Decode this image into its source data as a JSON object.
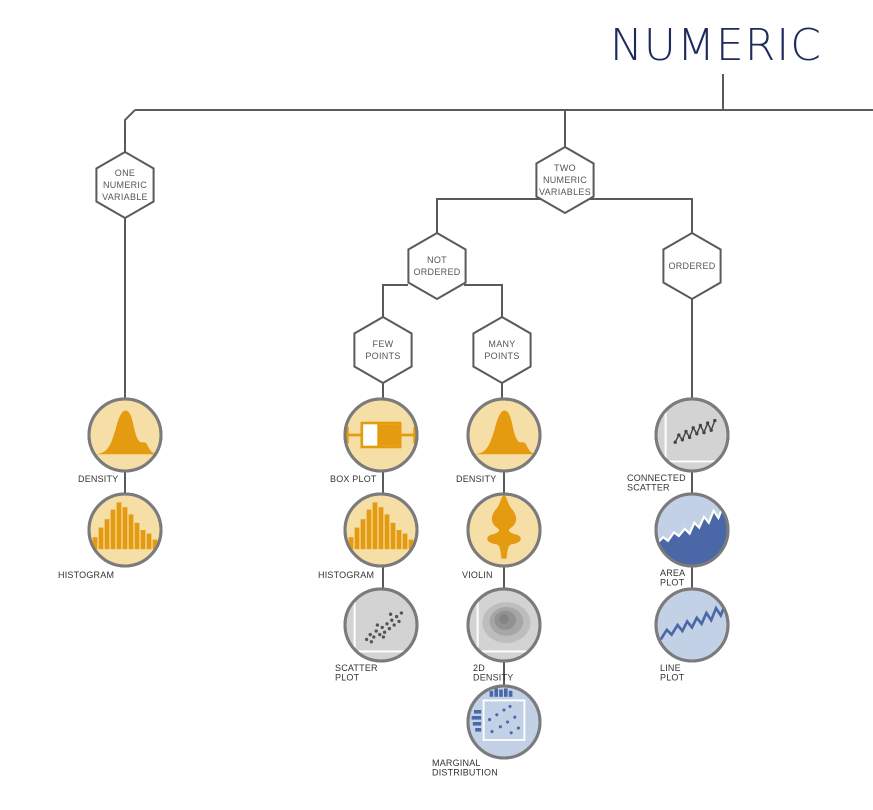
{
  "title": "NUMERIC",
  "colors": {
    "title": "#1f2a5c",
    "line": "#5a5a5a",
    "orange_fill": "#f6dfa6",
    "orange_mark": "#e49b0f",
    "grey_fill": "#d3d3d3",
    "blue_fill": "#c3d1e6",
    "blue_mark": "#4a67a8"
  },
  "nodes": {
    "one_numeric": [
      "ONE",
      "NUMERIC",
      "VARIABLE"
    ],
    "two_numeric": [
      "TWO",
      "NUMERIC",
      "VARIABLES"
    ],
    "not_ordered": [
      "NOT",
      "ORDERED"
    ],
    "ordered": [
      "ORDERED"
    ],
    "few_points": [
      "FEW",
      "POINTS"
    ],
    "many_points": [
      "MANY",
      "POINTS"
    ]
  },
  "leaves": {
    "one_density": {
      "label": [
        "DENSITY"
      ],
      "icon": "density-icon",
      "theme": "orange"
    },
    "one_histogram": {
      "label": [
        "HISTOGRAM"
      ],
      "icon": "histogram-icon",
      "theme": "orange"
    },
    "few_boxplot": {
      "label": [
        "BOX PLOT"
      ],
      "icon": "boxplot-icon",
      "theme": "orange"
    },
    "few_histogram": {
      "label": [
        "HISTOGRAM"
      ],
      "icon": "histogram-icon",
      "theme": "orange"
    },
    "few_scatter": {
      "label": [
        "SCATTER",
        "PLOT"
      ],
      "icon": "scatter-icon",
      "theme": "grey"
    },
    "many_density": {
      "label": [
        "DENSITY"
      ],
      "icon": "density-icon",
      "theme": "orange"
    },
    "many_violin": {
      "label": [
        "VIOLIN"
      ],
      "icon": "violin-icon",
      "theme": "orange"
    },
    "many_2d_density": {
      "label": [
        "2D",
        "DENSITY"
      ],
      "icon": "2d-density-icon",
      "theme": "grey"
    },
    "many_marginal": {
      "label": [
        "MARGINAL",
        "DISTRIBUTION"
      ],
      "icon": "marginal-distribution-icon",
      "theme": "blue"
    },
    "ord_connected": {
      "label": [
        "CONNECTED",
        "SCATTER"
      ],
      "icon": "connected-scatter-icon",
      "theme": "grey"
    },
    "ord_area": {
      "label": [
        "AREA",
        "PLOT"
      ],
      "icon": "area-plot-icon",
      "theme": "blue"
    },
    "ord_line": {
      "label": [
        "LINE",
        "PLOT"
      ],
      "icon": "line-plot-icon",
      "theme": "blue"
    }
  }
}
